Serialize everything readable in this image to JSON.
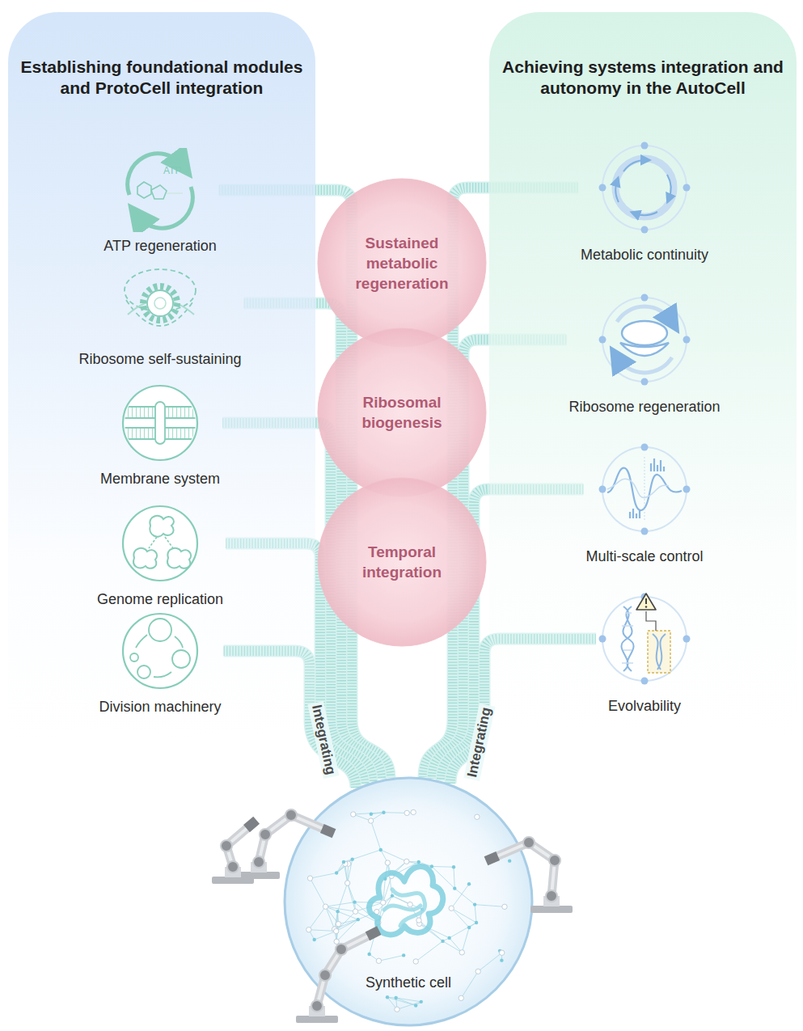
{
  "diagram": {
    "nodes": [
      {
        "text": [
          "Establishing foundational modules and ProtoCell integration"
        ]
      },
      {
        "text": [
          "ATP",
          "ATP regeneration"
        ],
        "in": 0
      },
      {
        "text": [
          "Ribosome self-sustaining"
        ],
        "in": 0
      },
      {
        "text": [
          "Membrane system"
        ],
        "in": 0
      },
      {
        "text": [
          "Genome replication"
        ],
        "in": 0
      },
      {
        "text": [
          "Division machinery"
        ],
        "in": 0
      },
      {
        "text": [
          "Sustained metabolic regeneration"
        ]
      },
      {
        "text": [
          "Ribosomal biogenesis"
        ]
      },
      {
        "text": [
          "Temporal integration"
        ]
      },
      {
        "text": [
          "Achieving systems integration and autonomy in the AutoCell"
        ]
      },
      {
        "text": [
          "Metabolic continuity"
        ],
        "in": 9
      },
      {
        "text": [
          "Ribosome regeneration"
        ],
        "in": 9
      },
      {
        "text": [
          "Multi-scale control"
        ],
        "in": 9
      },
      {
        "text": [
          "Evolvability"
        ],
        "in": 9
      },
      {
        "text": [
          "Synthetic cell"
        ]
      }
    ],
    "edges": [
      {
        "from": 1,
        "to": 14,
        "arrow": "none"
      },
      {
        "from": 2,
        "to": 14,
        "arrow": "none"
      },
      {
        "from": 3,
        "to": 14,
        "arrow": "none"
      },
      {
        "from": 4,
        "to": 14,
        "arrow": "none"
      },
      {
        "from": 5,
        "to": 14,
        "arrow": "none"
      },
      {
        "from": 10,
        "to": 14,
        "arrow": "none"
      },
      {
        "from": 11,
        "to": 14,
        "arrow": "none"
      },
      {
        "from": 12,
        "to": 14,
        "arrow": "none"
      },
      {
        "from": 13,
        "to": 14,
        "arrow": "none"
      }
    ],
    "labels": [
      "Integrating",
      "Integrating"
    ]
  }
}
